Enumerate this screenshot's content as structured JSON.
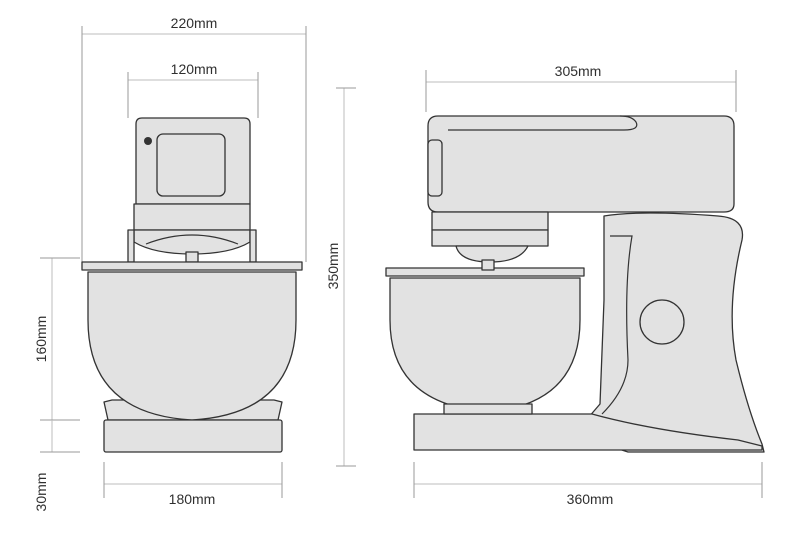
{
  "colors": {
    "body_fill": "#e2e2e2",
    "outline": "#333333",
    "dimension_line": "#bdbdbd",
    "text": "#2f2f2f"
  },
  "dimensions": {
    "front_overall_width": "220mm",
    "front_head_width": "120mm",
    "front_bowl_height": "160mm",
    "front_base_height": "30mm",
    "front_base_width": "180mm",
    "overall_height": "350mm",
    "side_head_length": "305mm",
    "side_base_length": "360mm"
  }
}
